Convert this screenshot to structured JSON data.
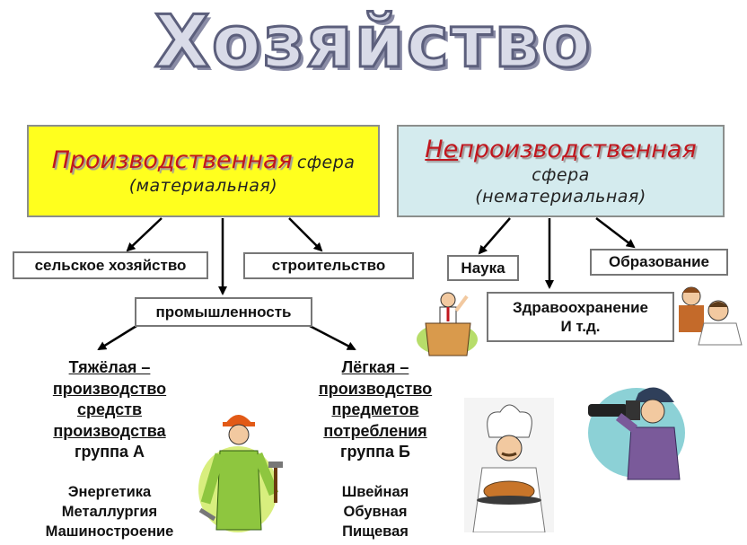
{
  "title": "Хозяйство",
  "productive": {
    "name": "Производственная",
    "sphere_word": "сфера",
    "type": "(материальная)",
    "branches": {
      "agriculture": "сельское хозяйство",
      "construction": "строительство",
      "industry": "промышленность"
    },
    "heavy": {
      "heading": "Тяжёлая –",
      "line1": "производство",
      "line2": "средств",
      "line3": "производства",
      "group": "группа А",
      "examples": [
        "Энергетика",
        "Металлургия",
        "Машиностроение"
      ]
    },
    "light": {
      "heading": "Лёгкая –",
      "line1": "производство",
      "line2": "предметов",
      "line3": "потребления",
      "group": "группа Б",
      "examples": [
        "Швейная",
        "Обувная",
        "Пищевая"
      ]
    }
  },
  "nonproductive": {
    "prefix": "Не",
    "name": "производственная",
    "sphere_word": "сфера",
    "type": "(нематериальная)",
    "branches": {
      "science": "Наука",
      "education": "Образование",
      "health_line1": "Здравоохранение",
      "health_line2": "И т.д."
    }
  },
  "colors": {
    "productive_bg": "#ffff1e",
    "nonproductive_bg": "#d4ebee",
    "accent_red": "#c0171e"
  }
}
